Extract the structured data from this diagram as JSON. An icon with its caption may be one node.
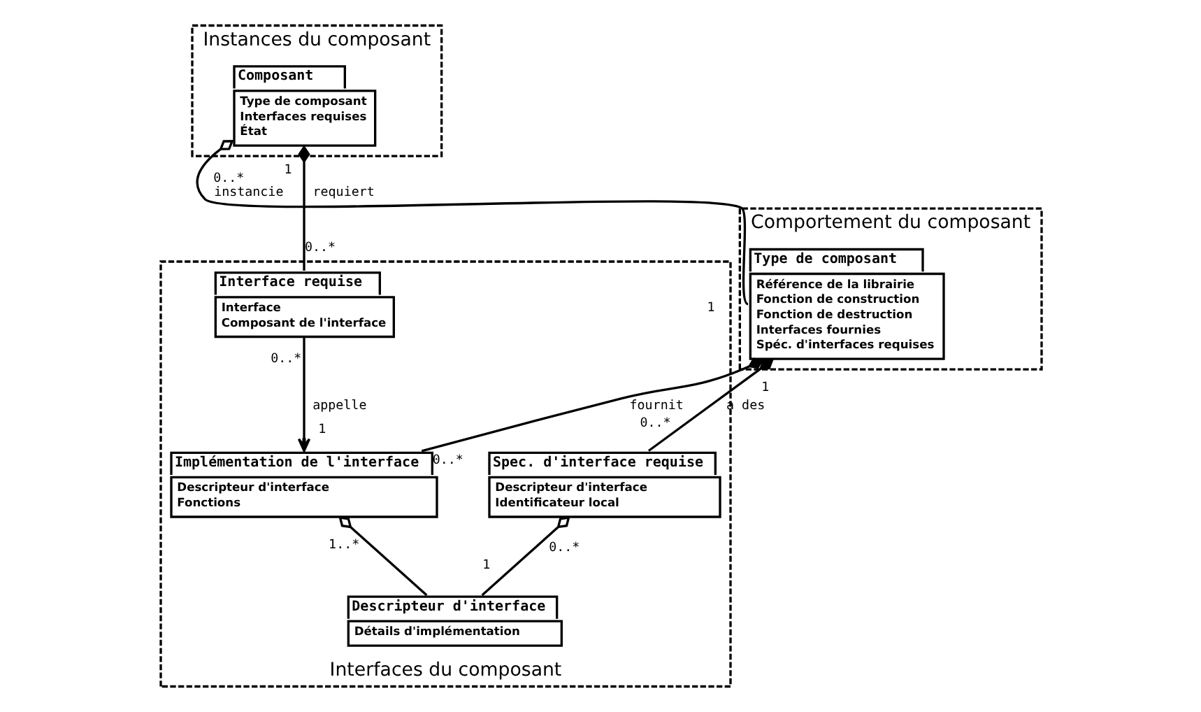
{
  "diagram": {
    "nodes": [
      {
        "text": [
          "Comportement du composant"
        ]
      },
      {
        "text": [
          "Type de composant",
          "Référence de la librairie",
          "Fonction de construction",
          "Fonction de destruction",
          "Interfaces fournies",
          "Spéc. d'interfaces requises"
        ],
        "in": 0
      },
      {
        "text": [
          "Instances du composant"
        ]
      },
      {
        "text": [
          "Composant",
          "Type de composant",
          "Interfaces requises",
          "État"
        ],
        "in": 2
      },
      {
        "text": [
          "Interfaces du composant"
        ]
      },
      {
        "text": [
          "Spec. d'interface requise",
          "Descripteur d'interface",
          "Identificateur local"
        ],
        "in": 4
      },
      {
        "text": [
          "Implémentation de l'interface",
          "Descripteur d'interface",
          "Fonctions"
        ],
        "in": 4
      },
      {
        "text": [
          "Interface requise",
          "Interface",
          "Composant de l'interface"
        ],
        "in": 4
      },
      {
        "text": [
          "Descripteur d'interface",
          "Détails d'implémentation"
        ],
        "in": 4
      }
    ],
    "edges": [
      {
        "from": 3,
        "to": 1,
        "arrow": "other",
        "label": "instancie"
      },
      {
        "from": 1,
        "to": 5,
        "arrow": "other",
        "label": "a des"
      },
      {
        "from": 1,
        "to": 6,
        "arrow": "other",
        "label": "fournit"
      },
      {
        "from": 3,
        "to": 7,
        "arrow": "other",
        "label": "requiert"
      },
      {
        "from": 5,
        "to": 8,
        "arrow": "other"
      },
      {
        "from": 6,
        "to": 8,
        "arrow": "other"
      },
      {
        "from": 7,
        "to": 6,
        "arrow": "to",
        "label": "appelle"
      }
    ],
    "labels": [
      "0..*",
      "1",
      "1",
      "1",
      "0..*",
      "0..*",
      "0..*",
      "0..*",
      "1..*",
      "1",
      "0..*",
      "1"
    ]
  }
}
